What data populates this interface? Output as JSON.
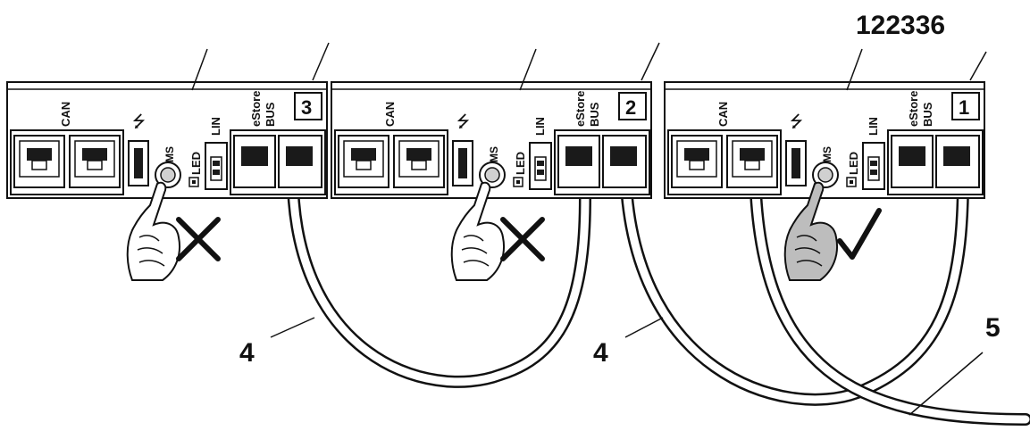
{
  "figure_id": "122336",
  "callouts": {
    "cable_between_units": "4",
    "cable_external": "5"
  },
  "units": [
    {
      "number": "3",
      "can_label": "CAN",
      "ms_label": "MS",
      "led_label": "LED",
      "lin_label": "LIN",
      "estore_label": "eStore",
      "bus_label": "BUS",
      "press_mark": "cross"
    },
    {
      "number": "2",
      "can_label": "CAN",
      "ms_label": "MS",
      "led_label": "LED",
      "lin_label": "LIN",
      "estore_label": "eStore",
      "bus_label": "BUS",
      "press_mark": "cross"
    },
    {
      "number": "1",
      "can_label": "CAN",
      "ms_label": "MS",
      "led_label": "LED",
      "lin_label": "LIN",
      "estore_label": "eStore",
      "bus_label": "BUS",
      "press_mark": "check"
    }
  ],
  "colors": {
    "stroke": "#111111",
    "panel": "#ffffff",
    "port_dark": "#1a1a1a",
    "hand_fill_active": "#bdbdbd"
  }
}
